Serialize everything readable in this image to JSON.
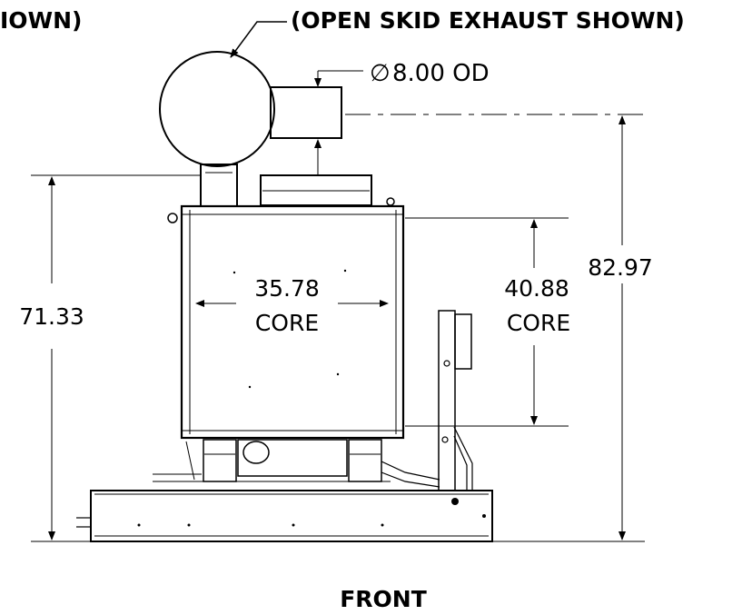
{
  "notes": {
    "left_heading": "IOWN)",
    "right_heading": "(OPEN SKID EXHAUST SHOWN)"
  },
  "dimensions": {
    "exhaust_od_symbol": "∅",
    "exhaust_od": "8.00 OD",
    "overall_height": "82.97",
    "radiator_height": "71.33",
    "core_width": "35.78",
    "core_width_label": "CORE",
    "core_height": "40.88",
    "core_height_label": "CORE"
  },
  "view_label": "FRONT"
}
